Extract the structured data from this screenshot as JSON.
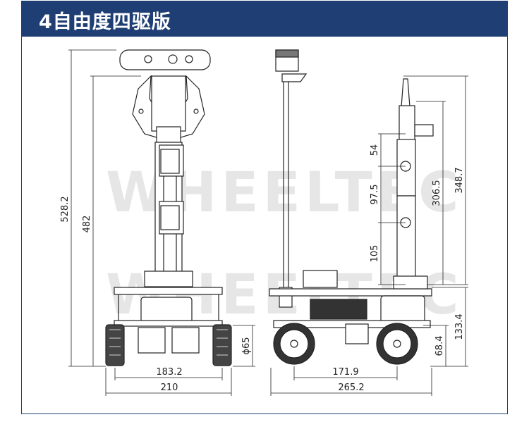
{
  "header": {
    "title": "4自由度四驱版"
  },
  "watermark": {
    "text": "WHEELTEC"
  },
  "front_view": {
    "dims": {
      "total_height": "528.2",
      "arm_height": "482",
      "wheel_diameter": "ϕ65",
      "track_inner": "183.2",
      "width": "210"
    }
  },
  "side_view": {
    "dims": {
      "link_1": "54",
      "link_2": "97.5",
      "link_3": "105",
      "arm_reach_height": "306.5",
      "mast_height": "348.7",
      "chassis_height": "133.4",
      "axle_height": "68.4",
      "wheelbase": "171.9",
      "length": "265.2"
    }
  },
  "colors": {
    "header_bg": "#1f3f74",
    "line": "#222222",
    "watermark": "#e6e6e6"
  }
}
